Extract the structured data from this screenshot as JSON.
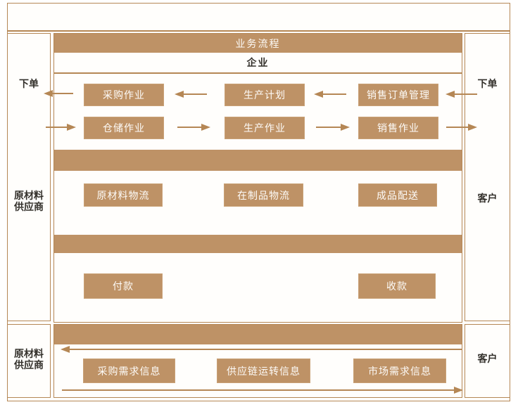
{
  "colors": {
    "accent_tan": "#BE9266",
    "border_line": "#B58755",
    "dark_text": "#33302B",
    "light_text": "#FDFBF8"
  },
  "top_band": {
    "title": "业务流程"
  },
  "enterprise_row": {
    "label": "企业"
  },
  "left_column": {
    "order_label": "下单",
    "supplier_line1": "原材料",
    "supplier_line2": "供应商"
  },
  "right_column": {
    "order_label": "下单",
    "customer_label": "客户"
  },
  "process_rows": {
    "row1": {
      "box1": "采购作业",
      "box2": "生产计划",
      "box3": "销售订单管理"
    },
    "row2": {
      "box1": "仓储作业",
      "box2": "生产作业",
      "box3": "销售作业"
    },
    "logistics": {
      "box1": "原材料物流",
      "box2": "在制品物流",
      "box3": "成品配送"
    },
    "payment": {
      "box1": "付款",
      "box2": "收款"
    }
  },
  "bottom_section": {
    "supplier_line1": "原材料",
    "supplier_line2": "供应商",
    "customer_label": "客户",
    "info1": "采购需求信息",
    "info2": "供应链运转信息",
    "info3": "市场需求信息"
  }
}
